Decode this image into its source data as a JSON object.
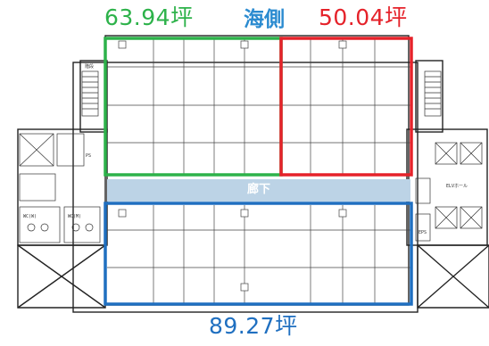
{
  "labels": {
    "green_area": "63.94坪",
    "sea_side": "海側",
    "red_area": "50.04坪",
    "corridor": "廊下",
    "blue_area": "89.27坪"
  },
  "colors": {
    "green": "#2db24a",
    "red": "#e5222a",
    "blue": "#1f6fc0",
    "sea_text": "#2b8bd0",
    "corridor_fill": "#bcd3e6"
  },
  "plan_text": {
    "wc_left": "WC(W)",
    "wc_right": "WC(M)",
    "elv": "ELVホール",
    "eps": "EPS",
    "ps": "PS",
    "stair": "階段"
  }
}
